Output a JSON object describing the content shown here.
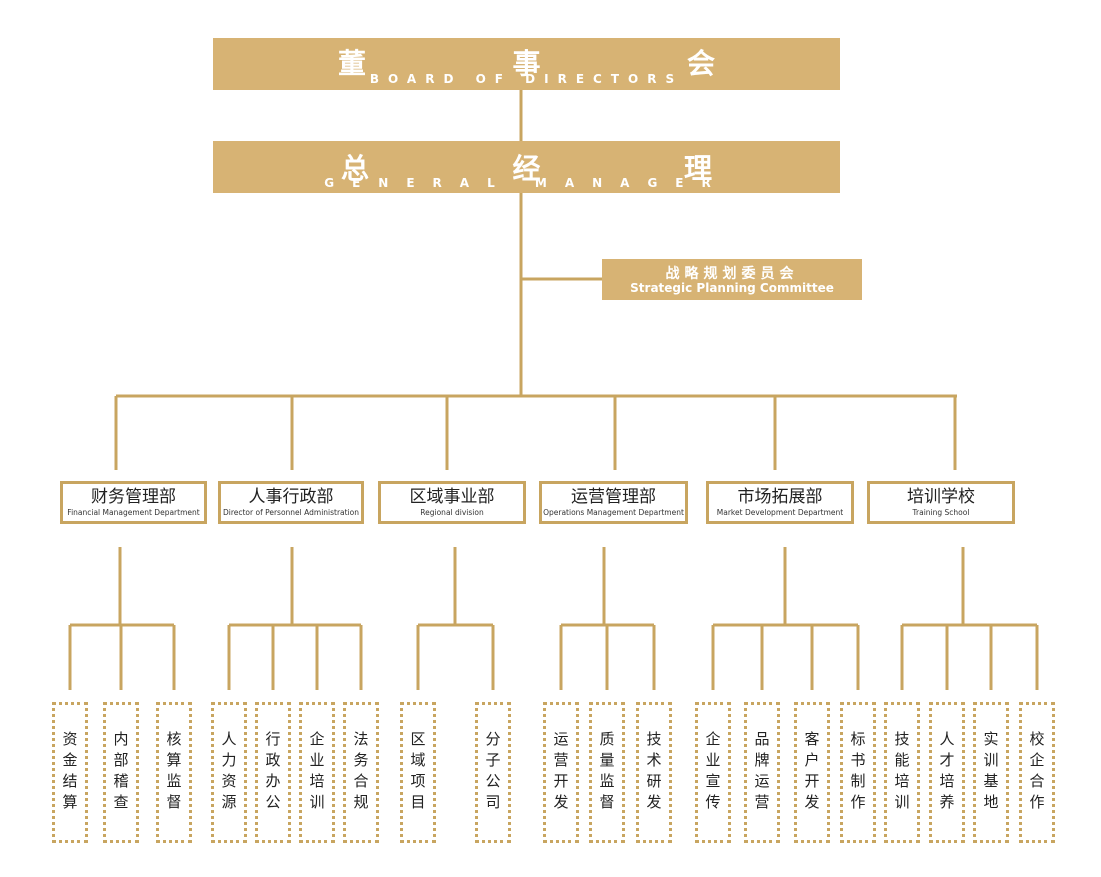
{
  "board": {
    "zh_chars": [
      "董",
      "事",
      "会"
    ],
    "en": "BOARD OF DIRECTORS"
  },
  "general_manager": {
    "zh_chars": [
      "总",
      "经",
      "理"
    ],
    "en": "GENERAL MANAGER"
  },
  "committee": {
    "zh": "战略规划委员会",
    "en": "Strategic Planning Committee"
  },
  "line_color": "#c8a560",
  "bar_color": "#d7b374",
  "departments": [
    {
      "zh": "财务管理部",
      "en": "Financial Management Department",
      "units": [
        "资金结算",
        "内部稽查",
        "核算监督"
      ]
    },
    {
      "zh": "人事行政部",
      "en": "Director of Personnel Administration",
      "units": [
        "人力资源",
        "行政办公",
        "企业培训",
        "法务合规"
      ]
    },
    {
      "zh": "区域事业部",
      "en": "Regional division",
      "units": [
        "区域项目",
        "分子公司"
      ]
    },
    {
      "zh": "运营管理部",
      "en": "Operations Management Department",
      "units": [
        "运营开发",
        "质量监督",
        "技术研发"
      ]
    },
    {
      "zh": "市场拓展部",
      "en": "Market Development Department",
      "units": [
        "企业宣传",
        "品牌运营",
        "客户开发",
        "标书制作"
      ]
    },
    {
      "zh": "培训学校",
      "en": "Training School",
      "units": [
        "技能培训",
        "人才培养",
        "实训基地",
        "校企合作"
      ]
    }
  ]
}
